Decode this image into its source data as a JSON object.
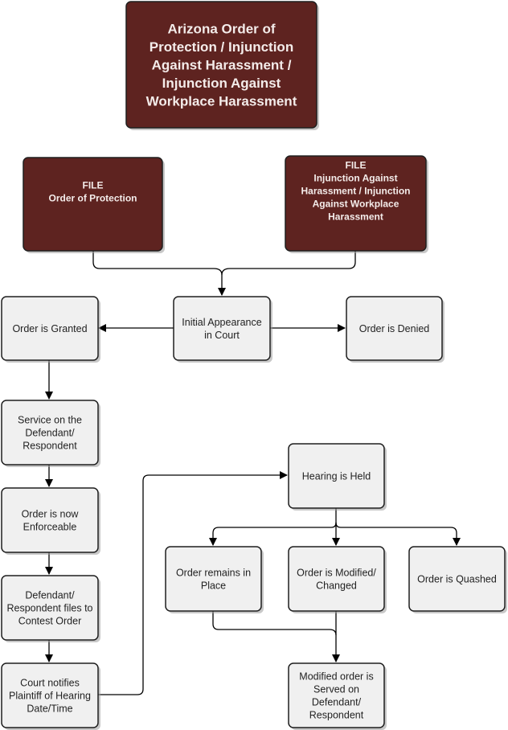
{
  "diagram": {
    "title": "Arizona Order of Protection / Injunction Against Harassment / Injunction Against Workplace Harassment",
    "nodes": [
      {
        "id": "title",
        "style": "dark",
        "lines": [
          "Arizona Order of",
          "Protection / Injunction",
          "Against Harassment /",
          "Injunction Against",
          "Workplace Harassment"
        ]
      },
      {
        "id": "file-op",
        "style": "dark",
        "lines": [
          "FILE",
          "Order of Protection"
        ]
      },
      {
        "id": "file-iah",
        "style": "dark",
        "lines": [
          "FILE",
          "Injunction Against",
          "Harassment / Injunction",
          "Against Workplace",
          "Harassment"
        ]
      },
      {
        "id": "initial-appearance",
        "style": "light",
        "lines": [
          "Initial Appearance",
          "in Court"
        ]
      },
      {
        "id": "order-granted",
        "style": "light",
        "lines": [
          "Order is Granted"
        ]
      },
      {
        "id": "order-denied",
        "style": "light",
        "lines": [
          "Order is Denied"
        ]
      },
      {
        "id": "service",
        "style": "light",
        "lines": [
          "Service on the",
          "Defendant/",
          "Respondent"
        ]
      },
      {
        "id": "enforceable",
        "style": "light",
        "lines": [
          "Order is now",
          "Enforceable"
        ]
      },
      {
        "id": "contest",
        "style": "light",
        "lines": [
          "Defendant/",
          "Respondent files to",
          "Contest Order"
        ]
      },
      {
        "id": "court-notifies",
        "style": "light",
        "lines": [
          "Court notifies",
          "Plaintiff of Hearing",
          "Date/Time"
        ]
      },
      {
        "id": "hearing-held",
        "style": "light",
        "lines": [
          "Hearing is Held"
        ]
      },
      {
        "id": "remains",
        "style": "light",
        "lines": [
          "Order remains in",
          "Place"
        ]
      },
      {
        "id": "modified",
        "style": "light",
        "lines": [
          "Order is Modified/",
          "Changed"
        ]
      },
      {
        "id": "quashed",
        "style": "light",
        "lines": [
          "Order is Quashed"
        ]
      },
      {
        "id": "modified-served",
        "style": "light",
        "lines": [
          "Modified order is",
          "Served on",
          "Defendant/",
          "Respondent"
        ]
      }
    ],
    "edges": [
      {
        "from": "file-op",
        "to": "initial-appearance"
      },
      {
        "from": "file-iah",
        "to": "initial-appearance"
      },
      {
        "from": "initial-appearance",
        "to": "order-granted"
      },
      {
        "from": "initial-appearance",
        "to": "order-denied"
      },
      {
        "from": "order-granted",
        "to": "service"
      },
      {
        "from": "service",
        "to": "enforceable"
      },
      {
        "from": "enforceable",
        "to": "contest"
      },
      {
        "from": "contest",
        "to": "court-notifies"
      },
      {
        "from": "court-notifies",
        "to": "hearing-held"
      },
      {
        "from": "hearing-held",
        "to": "remains"
      },
      {
        "from": "hearing-held",
        "to": "modified"
      },
      {
        "from": "hearing-held",
        "to": "quashed"
      },
      {
        "from": "remains",
        "to": "modified-served"
      },
      {
        "from": "modified",
        "to": "modified-served"
      }
    ],
    "colors": {
      "dark_fill": "#5e2320",
      "light_fill": "#f0f0f0",
      "border": "#1f1f1f",
      "dark_text": "#f4ecea",
      "light_text": "#222222",
      "connector": "#000000"
    }
  }
}
